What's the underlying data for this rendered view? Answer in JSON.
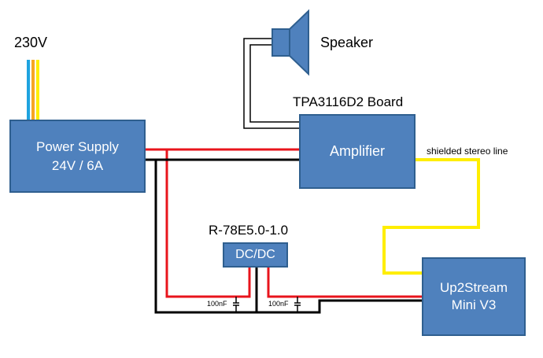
{
  "supply_label": "230V",
  "speaker_label": "Speaker",
  "amp_board_label": "TPA3116D2 Board",
  "amp_label": "Amplifier",
  "shielded_label": "shielded stereo line",
  "psu": {
    "line1": "Power Supply",
    "line2": "24V / 6A"
  },
  "dcdc_part_label": "R-78E5.0-1.0",
  "dcdc_label": "DC/DC",
  "up2stream": {
    "line1": "Up2Stream",
    "line2": "Mini V3"
  },
  "cap1_label": "100nF",
  "cap2_label": "100nF",
  "colors": {
    "box_fill": "#4f81bd",
    "box_border": "#2f5f8f",
    "wire_red": "#e8141c",
    "wire_black": "#000000",
    "wire_yellow": "#ffee00",
    "wire_blue": "#1ea3df",
    "wire_orange": "#f6a623"
  }
}
